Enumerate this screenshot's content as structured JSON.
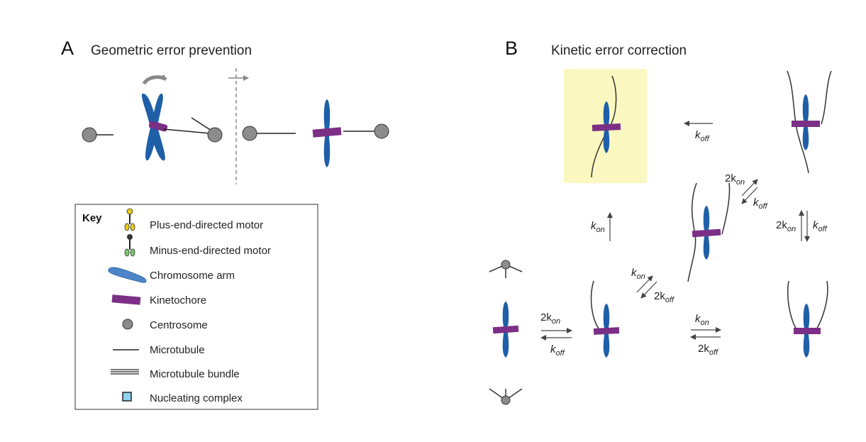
{
  "panel_a": {
    "letter": "A",
    "title": "Geometric error prevention"
  },
  "panel_b": {
    "letter": "B",
    "title": "Kinetic error correction"
  },
  "key": {
    "title": "Key",
    "items": [
      {
        "label": "Plus-end-directed motor",
        "icon": "plus-end-motor-icon"
      },
      {
        "label": "Minus-end-directed motor",
        "icon": "minus-end-motor-icon"
      },
      {
        "label": "Chromosome arm",
        "icon": "chromosome-arm-icon"
      },
      {
        "label": "Kinetochore",
        "icon": "kinetochore-icon"
      },
      {
        "label": "Centrosome",
        "icon": "centrosome-icon"
      },
      {
        "label": "Microtubule",
        "icon": "microtubule-icon"
      },
      {
        "label": "Microtubule bundle",
        "icon": "microtubule-bundle-icon"
      },
      {
        "label": "Nucleating complex",
        "icon": "nucleating-complex-icon"
      }
    ]
  },
  "rates": {
    "k": "k",
    "two_k": "2k",
    "on": "on",
    "off": "off"
  },
  "colors": {
    "chromosome": "#1f5fa8",
    "kinetochore": "#7b2f86",
    "centrosome": "#8c8c8c",
    "highlight": "#fbf7c0",
    "plus_motor": "#e8c91a",
    "minus_motor": "#7bc96a",
    "nucleating": "#8fd3ef"
  }
}
